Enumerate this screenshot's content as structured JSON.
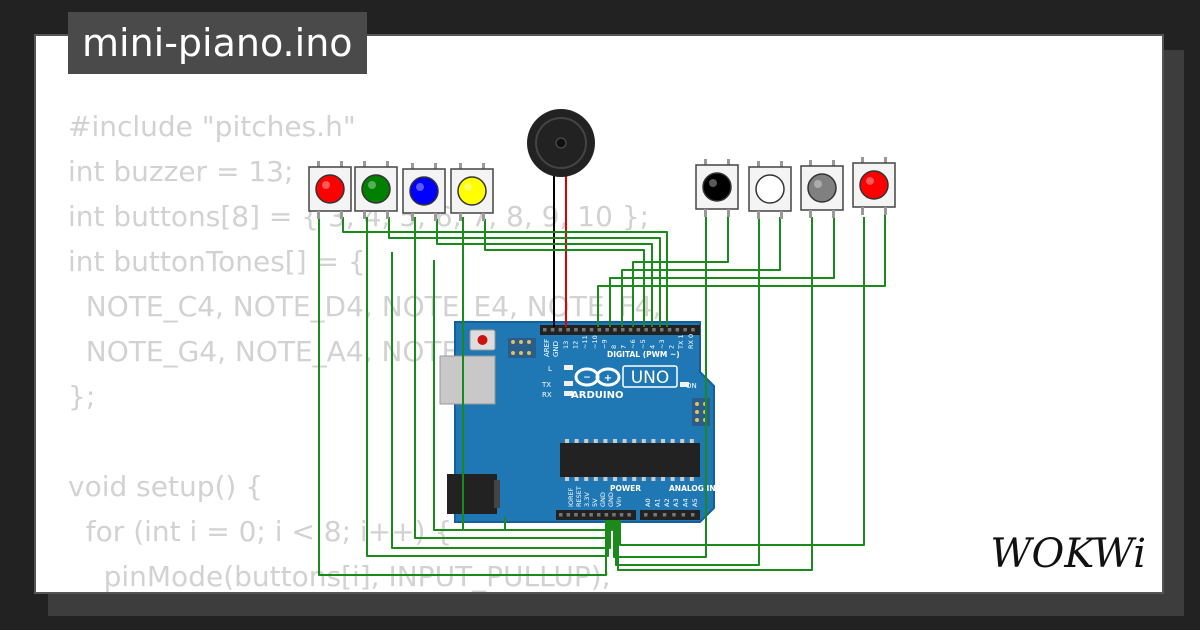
{
  "title": "mini-piano.ino",
  "code_lines": [
    "#include \"pitches.h\"",
    "int buzzer = 13;",
    "int buttons[8] = { 3, 4, 5, 6, 7, 8, 9, 10 };",
    "int buttonTones[] = {",
    "  NOTE_C4, NOTE_D4, NOTE_E4, NOTE_F4,",
    "  NOTE_G4, NOTE_A4, NOTE_B4, NOTE_C5",
    "};",
    "",
    "void setup() {",
    "  for (int i = 0; i < 8; i++) {",
    "    pinMode(buttons[i], INPUT_PULLUP);"
  ],
  "board": {
    "brand": "ARDUINO",
    "model": "UNO",
    "digital_label": "DIGITAL (PWM ~)",
    "power_label": "POWER",
    "analog_label": "ANALOG IN",
    "on_label": "ON",
    "l_label": "L",
    "tx_label": "TX",
    "rx_label": "RX",
    "aref_label": "AREF",
    "gnd_label": "GND",
    "digital_pins": [
      "13",
      "12",
      "~11",
      "~10",
      "~9",
      "8",
      "7",
      "~6",
      "~5",
      "4",
      "~3",
      "2",
      "TX 1",
      "RX 0"
    ],
    "power_pins": [
      "IOREF",
      "RESET",
      "3.3V",
      "5V",
      "GND",
      "GND",
      "Vin"
    ],
    "analog_pins": [
      "A0",
      "A1",
      "A2",
      "A3",
      "A4",
      "A5"
    ]
  },
  "buttons": [
    {
      "color": "#ff0000"
    },
    {
      "color": "#008000"
    },
    {
      "color": "#0000ff"
    },
    {
      "color": "#ffff00"
    },
    {
      "color": "#000000"
    },
    {
      "color": "#ffffff"
    },
    {
      "color": "#808080"
    },
    {
      "color": "#ff0000"
    }
  ],
  "wire_color": "#1a8a1a",
  "buzzer_wire_colors": [
    "#000000",
    "#e00000"
  ],
  "logo_text": "WOKWi"
}
